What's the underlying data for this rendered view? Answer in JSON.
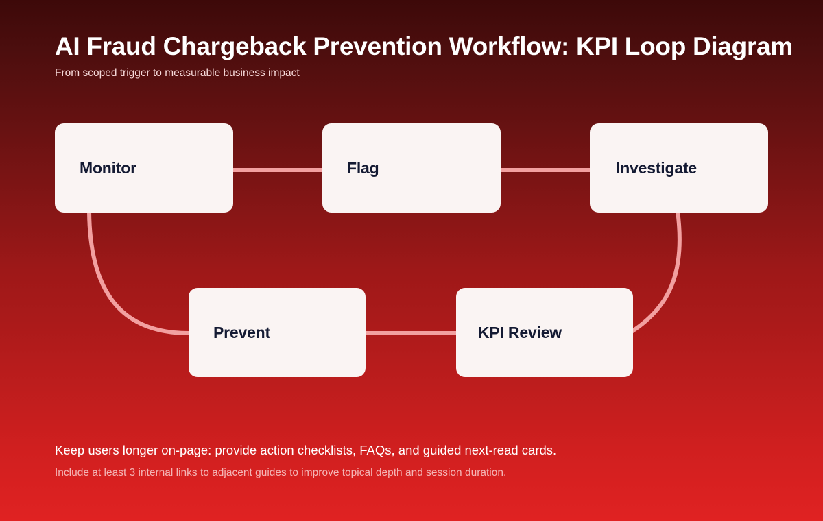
{
  "header": {
    "title": "AI Fraud Chargeback Prevention Workflow: KPI Loop Diagram",
    "subtitle": "From scoped trigger to measurable business impact"
  },
  "diagram": {
    "type": "flow-loop",
    "nodes": [
      {
        "id": "monitor",
        "label": "Monitor"
      },
      {
        "id": "flag",
        "label": "Flag"
      },
      {
        "id": "investigate",
        "label": "Investigate"
      },
      {
        "id": "prevent",
        "label": "Prevent"
      },
      {
        "id": "kpi_review",
        "label": "KPI Review"
      }
    ],
    "edges": [
      {
        "from": "monitor",
        "to": "flag",
        "shape": "straight"
      },
      {
        "from": "flag",
        "to": "investigate",
        "shape": "straight"
      },
      {
        "from": "investigate",
        "to": "kpi_review",
        "shape": "curve"
      },
      {
        "from": "kpi_review",
        "to": "prevent",
        "shape": "straight"
      },
      {
        "from": "prevent",
        "to": "monitor",
        "shape": "curve"
      }
    ]
  },
  "footer": {
    "primary": "Keep users longer on-page: provide action checklists, FAQs, and guided next-read cards.",
    "secondary": "Include at least 3 internal links to adjacent guides to improve topical depth and session duration."
  },
  "colors": {
    "background_top": "#3d0909",
    "background_bottom": "#e02222",
    "card_background": "#faf4f3",
    "card_text": "#141a33",
    "connector": "#f2a0a0",
    "title_text": "#ffffff",
    "subtitle_text": "#f6d9d9"
  }
}
